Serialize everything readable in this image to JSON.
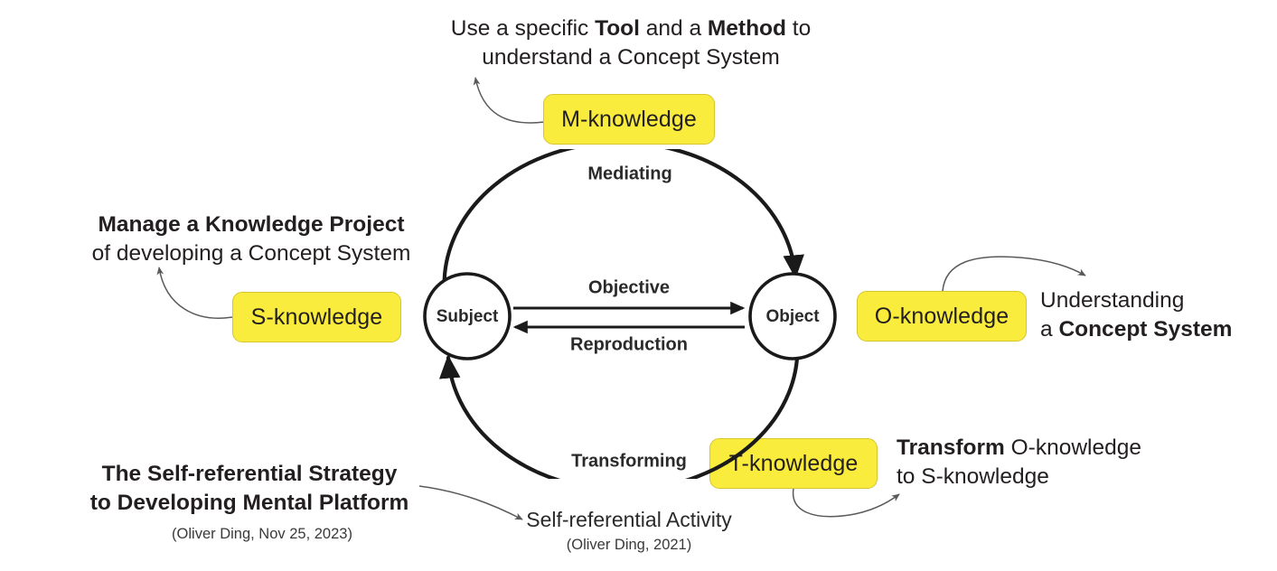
{
  "theme": {
    "background": "#ffffff",
    "pill_fill": "#f9ec3d",
    "pill_border": "#d6c62e",
    "text_color": "#231f20",
    "connector_color": "#5a5a5a",
    "diagram_stroke": "#1a1a1a"
  },
  "pills": {
    "m": "M-knowledge",
    "s": "S-knowledge",
    "o": "O-knowledge",
    "t": "T-knowledge"
  },
  "callouts": {
    "top": {
      "line1_a": "Use a specific ",
      "line1_b": "Tool",
      "line1_c": " and a ",
      "line1_d": "Method",
      "line1_e": " to",
      "line2": "understand a Concept System"
    },
    "left": {
      "line1": "Manage a Knowledge Project",
      "line2": "of developing a Concept System"
    },
    "right": {
      "line1": "Understanding",
      "line2_a": "a ",
      "line2_b": "Concept System"
    },
    "bottom_right": {
      "line1_a": "Transform",
      "line1_b": " O-knowledge",
      "line2": "to S-knowledge"
    }
  },
  "titles": {
    "bottom_left_line1": "The Self-referential Strategy",
    "bottom_left_line2": "to Developing Mental Platform",
    "bottom_left_credit": "(Oliver Ding, Nov 25, 2023)",
    "activity_name": "Self-referential Activity",
    "activity_credit": "(Oliver Ding, 2021)"
  },
  "diagram": {
    "node_subject": "Subject",
    "node_object": "Object",
    "edge_mediating": "Mediating",
    "edge_objective": "Objective",
    "edge_reproduction": "Reproduction",
    "edge_transforming": "Transforming"
  }
}
